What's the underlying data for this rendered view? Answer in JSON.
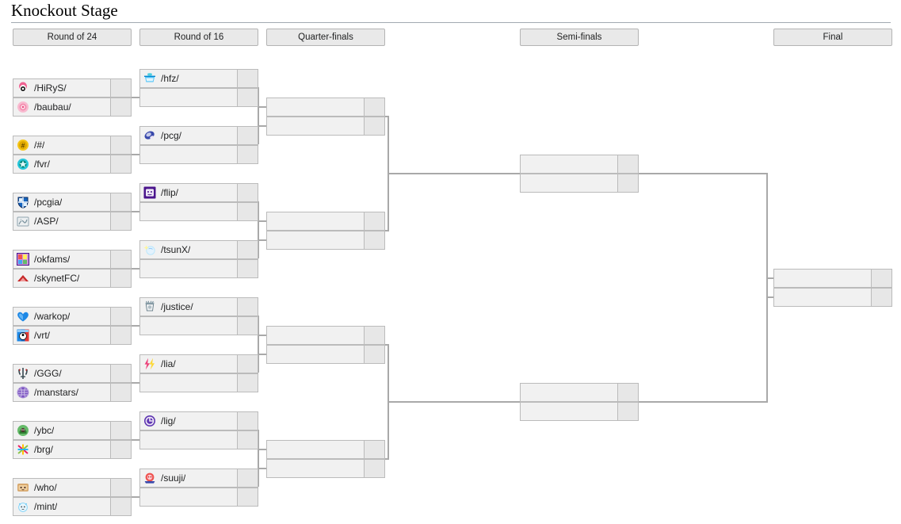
{
  "page": {
    "title": "Knockout Stage"
  },
  "rounds": [
    {
      "name": "round-of-24",
      "label": "Round of 24"
    },
    {
      "name": "round-of-16",
      "label": "Round of 16"
    },
    {
      "name": "quarter-finals",
      "label": "Quarter-finals"
    },
    {
      "name": "semi-finals",
      "label": "Semi-finals"
    },
    {
      "name": "final",
      "label": "Final"
    }
  ],
  "round_of_24": {
    "matches": [
      {
        "top": {
          "team": "/HiRyS/",
          "icon": "hirys-logo",
          "score": ""
        },
        "bottom": {
          "team": "/baubau/",
          "icon": "baubau-logo",
          "score": ""
        }
      },
      {
        "top": {
          "team": "/#/",
          "icon": "hash-logo",
          "score": ""
        },
        "bottom": {
          "team": "/fvr/",
          "icon": "fvr-logo",
          "score": ""
        }
      },
      {
        "top": {
          "team": "/pcgia/",
          "icon": "pcgia-logo",
          "score": ""
        },
        "bottom": {
          "team": "/ASP/",
          "icon": "asp-logo",
          "score": ""
        }
      },
      {
        "top": {
          "team": "/okfams/",
          "icon": "okfams-logo",
          "score": ""
        },
        "bottom": {
          "team": "/skynetFC/",
          "icon": "skynetfc-logo",
          "score": ""
        }
      },
      {
        "top": {
          "team": "/warkop/",
          "icon": "warkop-logo",
          "score": ""
        },
        "bottom": {
          "team": "/vrt/",
          "icon": "vrt-logo",
          "score": ""
        }
      },
      {
        "top": {
          "team": "/GGG/",
          "icon": "ggg-logo",
          "score": ""
        },
        "bottom": {
          "team": "/manstars/",
          "icon": "manstars-logo",
          "score": ""
        }
      },
      {
        "top": {
          "team": "/ybc/",
          "icon": "ybc-logo",
          "score": ""
        },
        "bottom": {
          "team": "/brg/",
          "icon": "brg-logo",
          "score": ""
        }
      },
      {
        "top": {
          "team": "/who/",
          "icon": "who-logo",
          "score": ""
        },
        "bottom": {
          "team": "/mint/",
          "icon": "mint-logo",
          "score": ""
        }
      }
    ]
  },
  "round_of_16": {
    "matches": [
      {
        "top": {
          "team": "/hfz/",
          "icon": "hfz-logo",
          "score": ""
        },
        "bottom": {
          "team": "",
          "icon": "",
          "score": ""
        }
      },
      {
        "top": {
          "team": "/pcg/",
          "icon": "pcg-logo",
          "score": ""
        },
        "bottom": {
          "team": "",
          "icon": "",
          "score": ""
        }
      },
      {
        "top": {
          "team": "/flip/",
          "icon": "flip-logo",
          "score": ""
        },
        "bottom": {
          "team": "",
          "icon": "",
          "score": ""
        }
      },
      {
        "top": {
          "team": "/tsunX/",
          "icon": "tsunx-logo",
          "score": ""
        },
        "bottom": {
          "team": "",
          "icon": "",
          "score": ""
        }
      },
      {
        "top": {
          "team": "/justice/",
          "icon": "justice-logo",
          "score": ""
        },
        "bottom": {
          "team": "",
          "icon": "",
          "score": ""
        }
      },
      {
        "top": {
          "team": "/lia/",
          "icon": "lia-logo",
          "score": ""
        },
        "bottom": {
          "team": "",
          "icon": "",
          "score": ""
        }
      },
      {
        "top": {
          "team": "/lig/",
          "icon": "lig-logo",
          "score": ""
        },
        "bottom": {
          "team": "",
          "icon": "",
          "score": ""
        }
      },
      {
        "top": {
          "team": "/suuji/",
          "icon": "suuji-logo",
          "score": ""
        },
        "bottom": {
          "team": "",
          "icon": "",
          "score": ""
        }
      }
    ]
  },
  "quarter_finals": {
    "matches": [
      {
        "top": {
          "team": "",
          "icon": "",
          "score": ""
        },
        "bottom": {
          "team": "",
          "icon": "",
          "score": ""
        }
      },
      {
        "top": {
          "team": "",
          "icon": "",
          "score": ""
        },
        "bottom": {
          "team": "",
          "icon": "",
          "score": ""
        }
      },
      {
        "top": {
          "team": "",
          "icon": "",
          "score": ""
        },
        "bottom": {
          "team": "",
          "icon": "",
          "score": ""
        }
      },
      {
        "top": {
          "team": "",
          "icon": "",
          "score": ""
        },
        "bottom": {
          "team": "",
          "icon": "",
          "score": ""
        }
      }
    ]
  },
  "semi_finals": {
    "matches": [
      {
        "top": {
          "team": "",
          "icon": "",
          "score": ""
        },
        "bottom": {
          "team": "",
          "icon": "",
          "score": ""
        }
      },
      {
        "top": {
          "team": "",
          "icon": "",
          "score": ""
        },
        "bottom": {
          "team": "",
          "icon": "",
          "score": ""
        }
      }
    ]
  },
  "final": {
    "matches": [
      {
        "top": {
          "team": "",
          "icon": "",
          "score": ""
        },
        "bottom": {
          "team": "",
          "icon": "",
          "score": ""
        }
      }
    ]
  },
  "colors": {
    "box_fill": "#f1f1f1",
    "score_fill": "#e7e7e7",
    "box_border": "#bbbbbb",
    "line": "#a9a9a9",
    "header_fill": "#e9e9e9",
    "header_border": "#b4b4b4",
    "rule": "#a2a9b1"
  }
}
